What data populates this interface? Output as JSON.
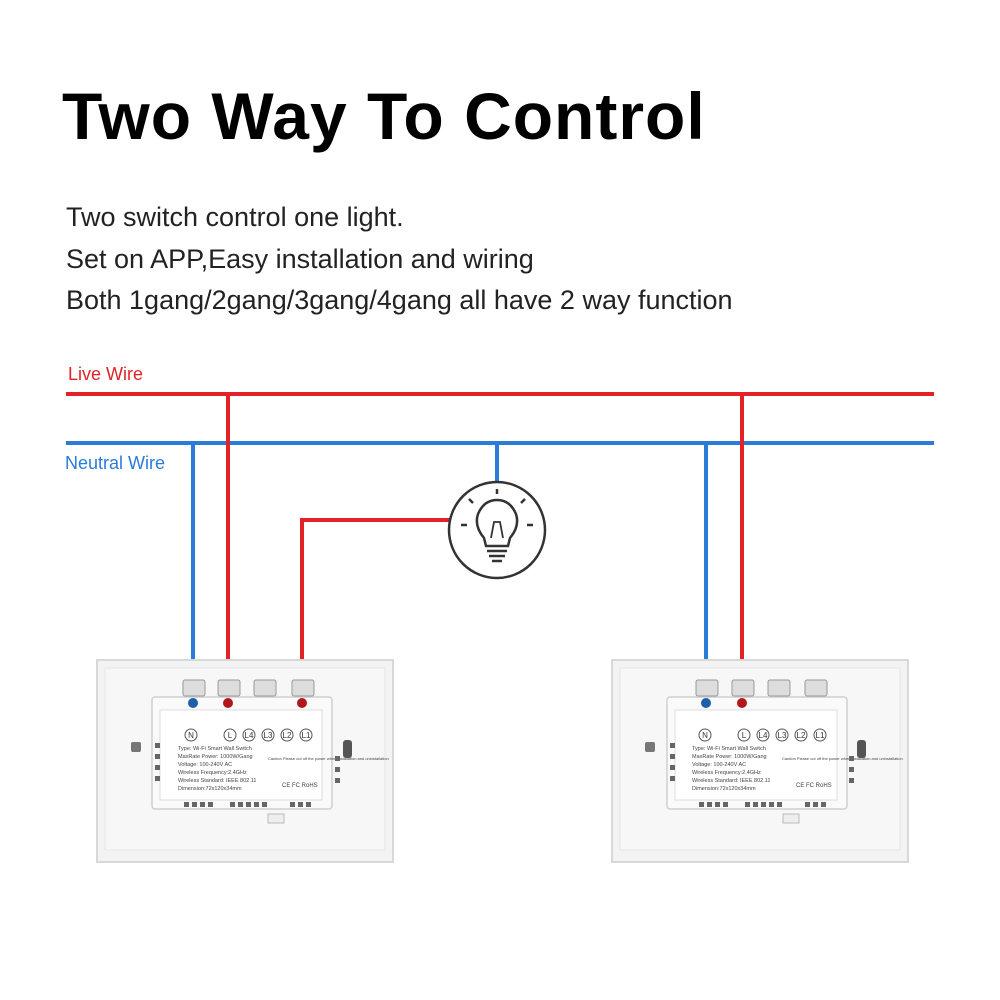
{
  "header": {
    "title": "Two Way To Control",
    "lines": [
      "Two switch control one light.",
      "Set on APP,Easy installation and wiring",
      "Both 1gang/2gang/3gang/4gang all have 2 way function"
    ]
  },
  "wires": {
    "live_label": "Live Wire",
    "neutral_label": "Neutral Wire",
    "live_color": "#e32227",
    "neutral_color": "#2b7bd9"
  },
  "bulb": {
    "icon": "light-bulb-icon"
  },
  "switch": {
    "terminals": [
      "N",
      "L",
      "L4",
      "L3",
      "L2",
      "L1"
    ],
    "label_lines": [
      "Type: Wi-Fi Smart Wall Switch",
      "MaxRate Power: 1000W/Gang",
      "Voltage: 100-240V AC",
      "Wireless Frequency:2.4GHz",
      "Wireless Standard: IEEE 802.11",
      "Dimension:72x120x34mm"
    ],
    "caution": "Caution Please cut off the power when installation and uninstallation",
    "cert_marks": "CE FC RoHS"
  }
}
